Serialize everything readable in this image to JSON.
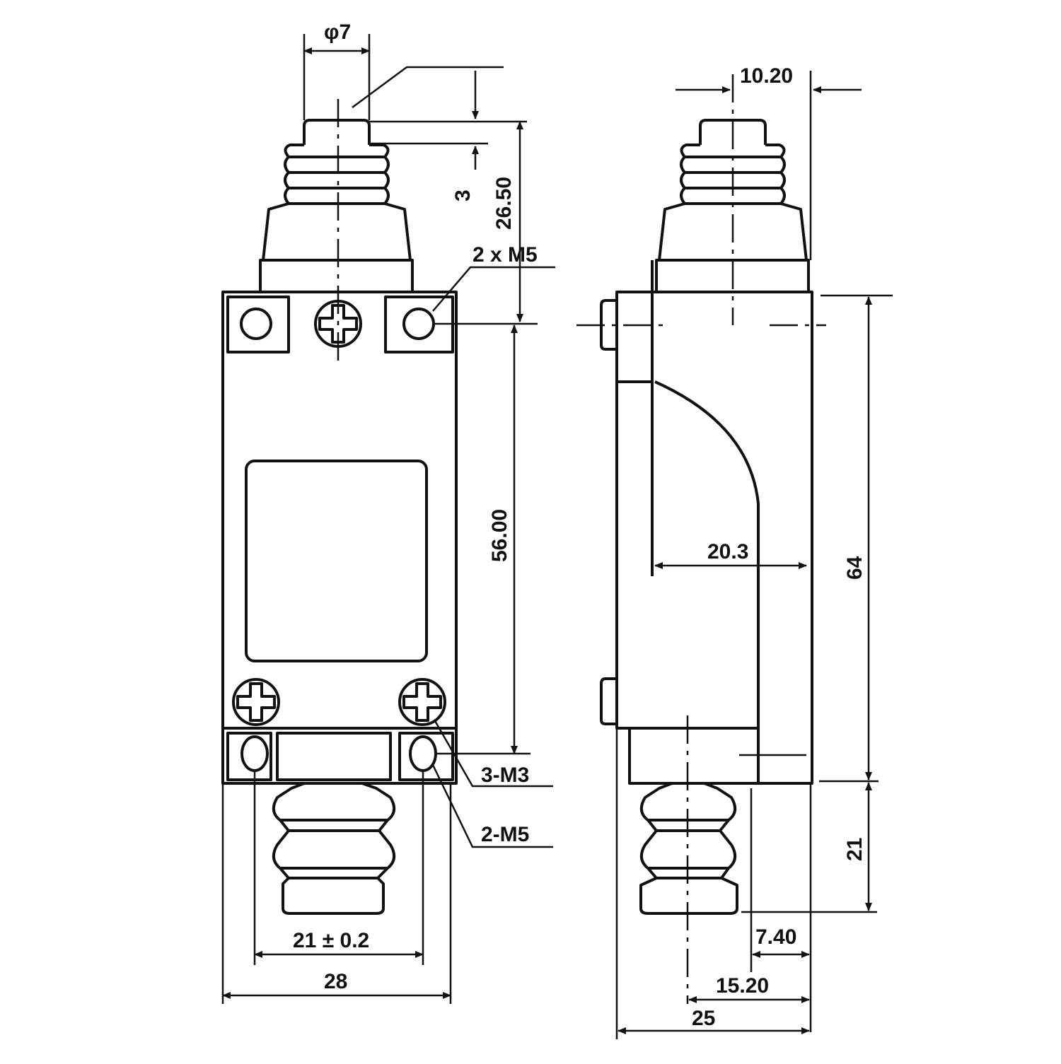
{
  "labels": {
    "phi7": "φ7",
    "stroke3": "3",
    "d26_50": "26.50",
    "mount_2xm5": "2 x M5",
    "d56_00": "56.00",
    "bottom_3m3": "3-M3",
    "bottom_2m5": "2-M5",
    "d21pm": "21 ± 0.2",
    "d28": "28",
    "d10_20": "10.20",
    "d20_3": "20.3",
    "d64": "64",
    "d21": "21",
    "d7_40": "7.40",
    "d15_20": "15.20",
    "d25": "25"
  },
  "colors": {
    "line": "#111111",
    "background": "#ffffff"
  }
}
